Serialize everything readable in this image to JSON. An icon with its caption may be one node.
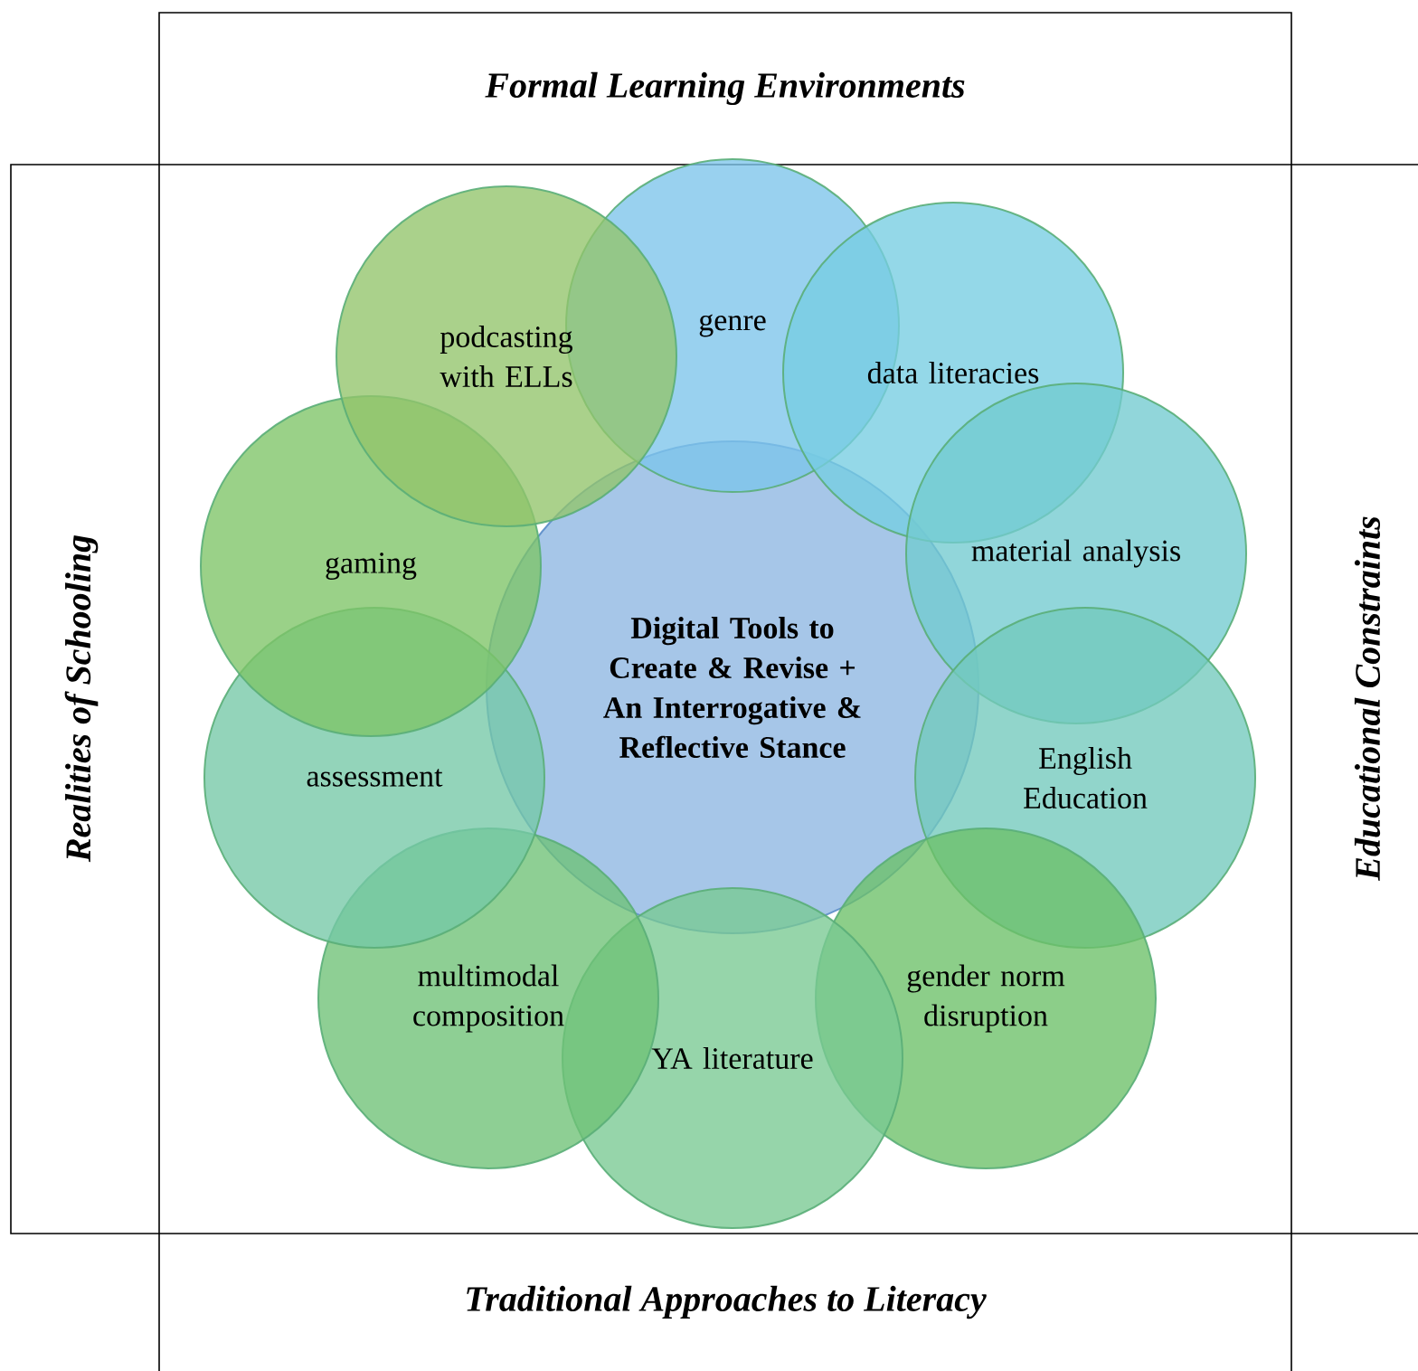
{
  "diagram": {
    "nodes": [
      {
        "text": [
          "Digital Tools to Create & Revise + An Interrogative & Reflective Stance"
        ]
      },
      {
        "text": [
          "genre"
        ]
      },
      {
        "text": [
          "data literacies"
        ]
      },
      {
        "text": [
          "material analysis"
        ]
      },
      {
        "text": [
          "English Education"
        ]
      },
      {
        "text": [
          "gender norm disruption"
        ]
      },
      {
        "text": [
          "YA literature"
        ]
      },
      {
        "text": [
          "multimodal composition"
        ]
      },
      {
        "text": [
          "assessment"
        ]
      },
      {
        "text": [
          "gaming"
        ]
      },
      {
        "text": [
          "podcasting with ELLs"
        ]
      }
    ],
    "labels": [
      "Formal Learning Environments",
      "Realities of Schooling",
      "Educational Constraints",
      "Traditional Approaches to Literacy"
    ]
  }
}
